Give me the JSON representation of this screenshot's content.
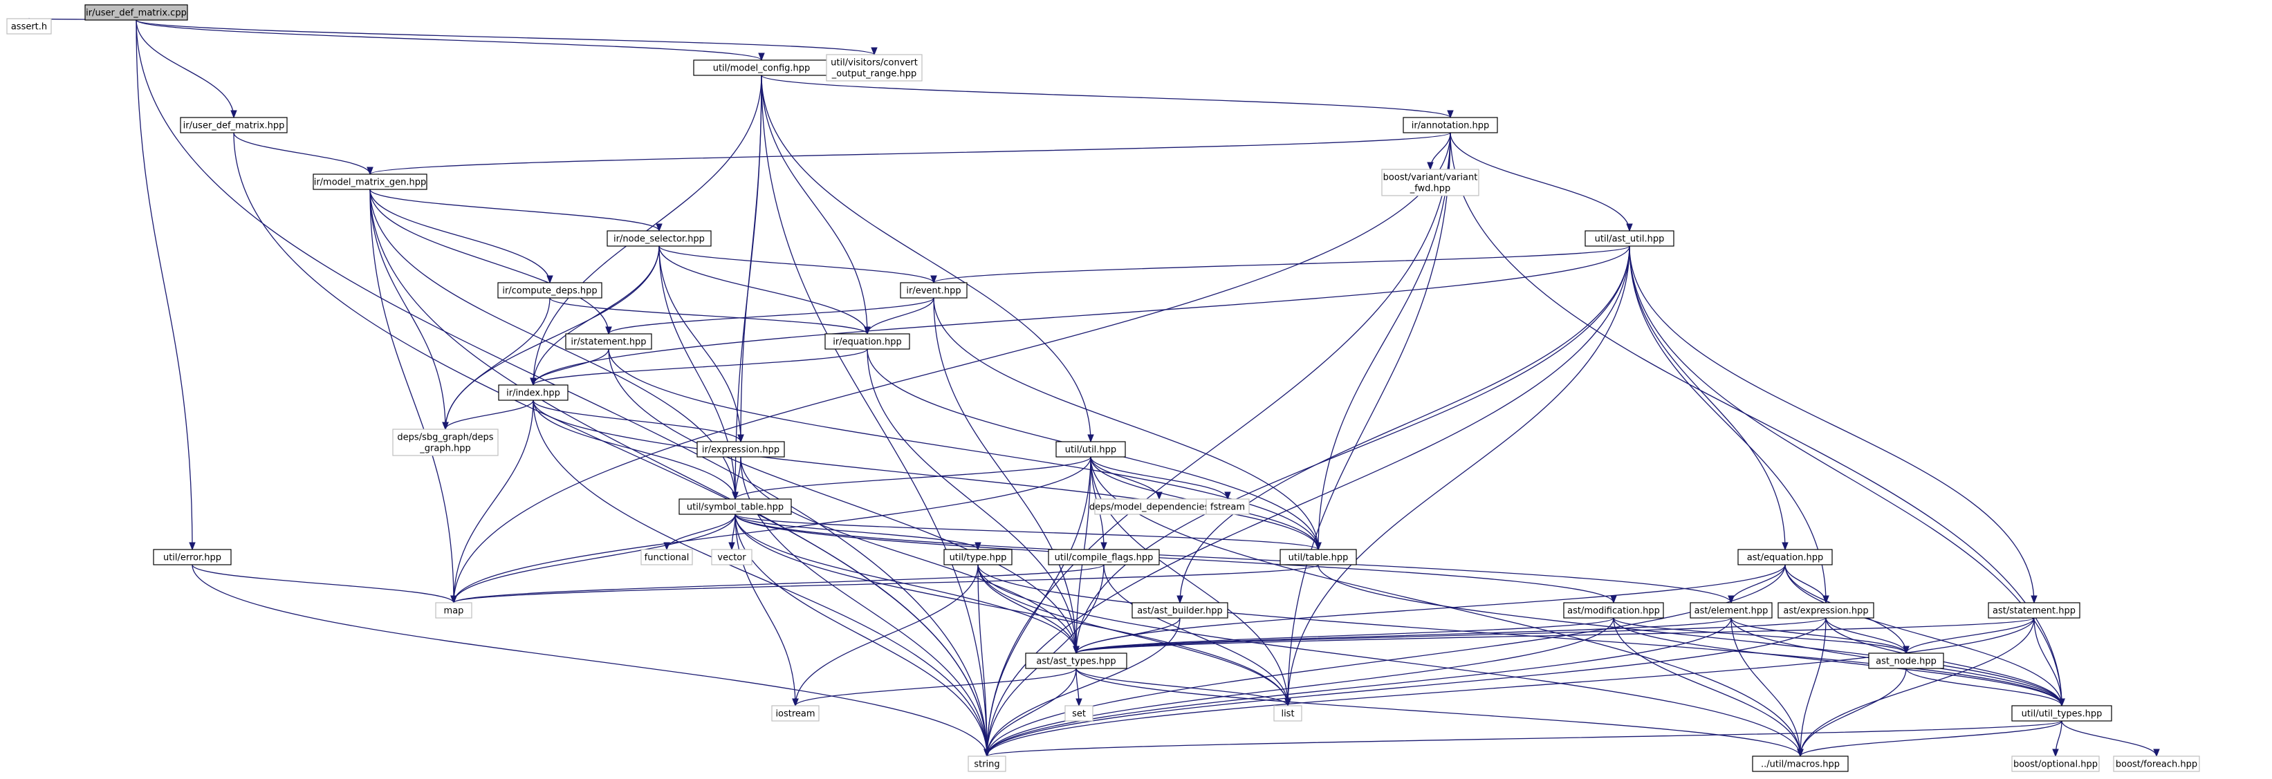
{
  "diagram": {
    "nodes": [
      {
        "id": "root",
        "label": "ir/user_def_matrix.cpp",
        "style": "root"
      },
      {
        "id": "assert",
        "label": "assert.h",
        "style": "external"
      },
      {
        "id": "model_config",
        "label": "util/model_config.hpp",
        "style": "local"
      },
      {
        "id": "convert_output",
        "label": "util/visitors/convert\n_output_range.hpp",
        "style": "external"
      },
      {
        "id": "user_def_matrix_hpp",
        "label": "ir/user_def_matrix.hpp",
        "style": "local"
      },
      {
        "id": "annotation",
        "label": "ir/annotation.hpp",
        "style": "local"
      },
      {
        "id": "model_matrix_gen",
        "label": "ir/model_matrix_gen.hpp",
        "style": "local"
      },
      {
        "id": "boost_variant",
        "label": "boost/variant/variant\n_fwd.hpp",
        "style": "external"
      },
      {
        "id": "node_selector",
        "label": "ir/node_selector.hpp",
        "style": "local"
      },
      {
        "id": "ast_util",
        "label": "util/ast_util.hpp",
        "style": "local"
      },
      {
        "id": "compute_deps",
        "label": "ir/compute_deps.hpp",
        "style": "local"
      },
      {
        "id": "event",
        "label": "ir/event.hpp",
        "style": "local"
      },
      {
        "id": "statement_ir",
        "label": "ir/statement.hpp",
        "style": "local"
      },
      {
        "id": "equation_ir",
        "label": "ir/equation.hpp",
        "style": "local"
      },
      {
        "id": "index_ir",
        "label": "ir/index.hpp",
        "style": "local"
      },
      {
        "id": "sbg_graph",
        "label": "deps/sbg_graph/deps\n_graph.hpp",
        "style": "external"
      },
      {
        "id": "expression_ir",
        "label": "ir/expression.hpp",
        "style": "local"
      },
      {
        "id": "util_util",
        "label": "util/util.hpp",
        "style": "local"
      },
      {
        "id": "model_deps",
        "label": "deps/model_dependencies.hpp",
        "style": "external"
      },
      {
        "id": "fstream",
        "label": "fstream",
        "style": "external"
      },
      {
        "id": "symbol_table",
        "label": "util/symbol_table.hpp",
        "style": "local"
      },
      {
        "id": "functional",
        "label": "functional",
        "style": "external"
      },
      {
        "id": "vector",
        "label": "vector",
        "style": "external"
      },
      {
        "id": "util_type",
        "label": "util/type.hpp",
        "style": "local"
      },
      {
        "id": "compile_flags",
        "label": "util/compile_flags.hpp",
        "style": "local"
      },
      {
        "id": "util_table",
        "label": "util/table.hpp",
        "style": "local"
      },
      {
        "id": "util_error",
        "label": "util/error.hpp",
        "style": "local"
      },
      {
        "id": "map",
        "label": "map",
        "style": "external"
      },
      {
        "id": "ast_builder",
        "label": "ast/ast_builder.hpp",
        "style": "local"
      },
      {
        "id": "ast_modification",
        "label": "ast/modification.hpp",
        "style": "local"
      },
      {
        "id": "ast_element",
        "label": "ast/element.hpp",
        "style": "local"
      },
      {
        "id": "ast_expression",
        "label": "ast/expression.hpp",
        "style": "local"
      },
      {
        "id": "ast_equation",
        "label": "ast/equation.hpp",
        "style": "local"
      },
      {
        "id": "ast_statement",
        "label": "ast/statement.hpp",
        "style": "local"
      },
      {
        "id": "ast_types",
        "label": "ast/ast_types.hpp",
        "style": "local"
      },
      {
        "id": "ast_node",
        "label": "ast_node.hpp",
        "style": "local"
      },
      {
        "id": "util_types",
        "label": "util/util_types.hpp",
        "style": "local"
      },
      {
        "id": "iostream",
        "label": "iostream",
        "style": "external"
      },
      {
        "id": "set",
        "label": "set",
        "style": "external"
      },
      {
        "id": "list",
        "label": "list",
        "style": "external"
      },
      {
        "id": "string",
        "label": "string",
        "style": "external"
      },
      {
        "id": "util_macros",
        "label": "../util/macros.hpp",
        "style": "local"
      },
      {
        "id": "boost_optional",
        "label": "boost/optional.hpp",
        "style": "external"
      },
      {
        "id": "boost_foreach",
        "label": "boost/foreach.hpp",
        "style": "external"
      }
    ],
    "edges": [
      [
        "root",
        "assert"
      ],
      [
        "root",
        "model_config"
      ],
      [
        "root",
        "convert_output"
      ],
      [
        "root",
        "user_def_matrix_hpp"
      ],
      [
        "root",
        "util_error"
      ],
      [
        "root",
        "string"
      ],
      [
        "user_def_matrix_hpp",
        "model_matrix_gen"
      ],
      [
        "user_def_matrix_hpp",
        "string"
      ],
      [
        "model_config",
        "annotation"
      ],
      [
        "model_config",
        "equation_ir"
      ],
      [
        "model_config",
        "index_ir"
      ],
      [
        "model_config",
        "expression_ir"
      ],
      [
        "model_config",
        "util_util"
      ],
      [
        "model_config",
        "symbol_table"
      ],
      [
        "model_config",
        "string"
      ],
      [
        "annotation",
        "model_matrix_gen"
      ],
      [
        "annotation",
        "boost_variant"
      ],
      [
        "annotation",
        "ast_util"
      ],
      [
        "annotation",
        "map"
      ],
      [
        "annotation",
        "list"
      ],
      [
        "annotation",
        "string"
      ],
      [
        "annotation",
        "util_types"
      ],
      [
        "annotation",
        "util_table"
      ],
      [
        "model_matrix_gen",
        "node_selector"
      ],
      [
        "model_matrix_gen",
        "compute_deps"
      ],
      [
        "model_matrix_gen",
        "statement_ir"
      ],
      [
        "model_matrix_gen",
        "sbg_graph"
      ],
      [
        "model_matrix_gen",
        "symbol_table"
      ],
      [
        "model_matrix_gen",
        "map"
      ],
      [
        "model_matrix_gen",
        "string"
      ],
      [
        "node_selector",
        "event"
      ],
      [
        "node_selector",
        "equation_ir"
      ],
      [
        "node_selector",
        "index_ir"
      ],
      [
        "node_selector",
        "expression_ir"
      ],
      [
        "node_selector",
        "symbol_table"
      ],
      [
        "node_selector",
        "sbg_graph"
      ],
      [
        "compute_deps",
        "equation_ir"
      ],
      [
        "compute_deps",
        "sbg_graph"
      ],
      [
        "ast_util",
        "event"
      ],
      [
        "ast_util",
        "index_ir"
      ],
      [
        "ast_util",
        "ast_equation"
      ],
      [
        "ast_util",
        "ast_statement"
      ],
      [
        "ast_util",
        "ast_expression"
      ],
      [
        "ast_util",
        "ast_builder"
      ],
      [
        "ast_util",
        "util_types"
      ],
      [
        "ast_util",
        "ast_types"
      ],
      [
        "ast_util",
        "string"
      ],
      [
        "ast_util",
        "list"
      ],
      [
        "event",
        "equation_ir"
      ],
      [
        "event",
        "statement_ir"
      ],
      [
        "event",
        "ast_types"
      ],
      [
        "event",
        "util_table"
      ],
      [
        "statement_ir",
        "index_ir"
      ],
      [
        "statement_ir",
        "util_table"
      ],
      [
        "statement_ir",
        "ast_types"
      ],
      [
        "equation_ir",
        "index_ir"
      ],
      [
        "equation_ir",
        "util_table"
      ],
      [
        "equation_ir",
        "ast_types"
      ],
      [
        "index_ir",
        "expression_ir"
      ],
      [
        "index_ir",
        "symbol_table"
      ],
      [
        "index_ir",
        "sbg_graph"
      ],
      [
        "index_ir",
        "map"
      ],
      [
        "index_ir",
        "string"
      ],
      [
        "index_ir",
        "util_table"
      ],
      [
        "expression_ir",
        "symbol_table"
      ],
      [
        "expression_ir",
        "ast_types"
      ],
      [
        "expression_ir",
        "string"
      ],
      [
        "util_util",
        "symbol_table"
      ],
      [
        "util_util",
        "model_deps"
      ],
      [
        "util_util",
        "fstream"
      ],
      [
        "util_util",
        "util_table"
      ],
      [
        "util_util",
        "compile_flags"
      ],
      [
        "util_util",
        "map"
      ],
      [
        "util_util",
        "list"
      ],
      [
        "util_util",
        "string"
      ],
      [
        "util_util",
        "util_macros"
      ],
      [
        "util_util",
        "ast_types"
      ],
      [
        "symbol_table",
        "functional"
      ],
      [
        "symbol_table",
        "vector"
      ],
      [
        "symbol_table",
        "util_type"
      ],
      [
        "symbol_table",
        "util_table"
      ],
      [
        "symbol_table",
        "ast_types"
      ],
      [
        "symbol_table",
        "ast_modification"
      ],
      [
        "symbol_table",
        "ast_element"
      ],
      [
        "symbol_table",
        "map"
      ],
      [
        "symbol_table",
        "string"
      ],
      [
        "symbol_table",
        "iostream"
      ],
      [
        "symbol_table",
        "list"
      ],
      [
        "util_type",
        "ast_types"
      ],
      [
        "util_type",
        "list"
      ],
      [
        "util_type",
        "string"
      ],
      [
        "util_type",
        "iostream"
      ],
      [
        "util_type",
        "util_types"
      ],
      [
        "util_type",
        "util_macros"
      ],
      [
        "compile_flags",
        "list"
      ],
      [
        "compile_flags",
        "string"
      ],
      [
        "compile_flags",
        "map"
      ],
      [
        "util_table",
        "map"
      ],
      [
        "util_table",
        "util_types"
      ],
      [
        "util_error",
        "map"
      ],
      [
        "util_error",
        "string"
      ],
      [
        "ast_builder",
        "ast_types"
      ],
      [
        "ast_builder",
        "string"
      ],
      [
        "ast_modification",
        "ast_types"
      ],
      [
        "ast_modification",
        "ast_node"
      ],
      [
        "ast_modification",
        "util_types"
      ],
      [
        "ast_modification",
        "string"
      ],
      [
        "ast_modification",
        "util_macros"
      ],
      [
        "ast_element",
        "ast_types"
      ],
      [
        "ast_element",
        "ast_node"
      ],
      [
        "ast_element",
        "util_types"
      ],
      [
        "ast_element",
        "string"
      ],
      [
        "ast_element",
        "util_macros"
      ],
      [
        "ast_expression",
        "ast_types"
      ],
      [
        "ast_expression",
        "ast_node"
      ],
      [
        "ast_expression",
        "util_types"
      ],
      [
        "ast_expression",
        "string"
      ],
      [
        "ast_expression",
        "util_macros"
      ],
      [
        "ast_equation",
        "ast_element"
      ],
      [
        "ast_equation",
        "ast_expression"
      ],
      [
        "ast_equation",
        "ast_node"
      ],
      [
        "ast_equation",
        "util_types"
      ],
      [
        "ast_equation",
        "string"
      ],
      [
        "ast_equation",
        "ast_types"
      ],
      [
        "ast_statement",
        "ast_types"
      ],
      [
        "ast_statement",
        "ast_node"
      ],
      [
        "ast_statement",
        "util_types"
      ],
      [
        "ast_statement",
        "string"
      ],
      [
        "ast_statement",
        "util_macros"
      ],
      [
        "ast_types",
        "iostream"
      ],
      [
        "ast_types",
        "set"
      ],
      [
        "ast_types",
        "list"
      ],
      [
        "ast_types",
        "string"
      ],
      [
        "ast_types",
        "util_macros"
      ],
      [
        "ast_node",
        "util_types"
      ],
      [
        "ast_node",
        "util_macros"
      ],
      [
        "util_types",
        "string"
      ],
      [
        "util_types",
        "util_macros"
      ],
      [
        "util_types",
        "boost_optional"
      ],
      [
        "util_types",
        "boost_foreach"
      ]
    ],
    "colors": {
      "edge": "#191970",
      "local_border": "#000000",
      "external_border": "#bfbfbf",
      "root_fill": "#bfbfbf",
      "node_fill": "#ffffff",
      "text": "#000000"
    }
  }
}
